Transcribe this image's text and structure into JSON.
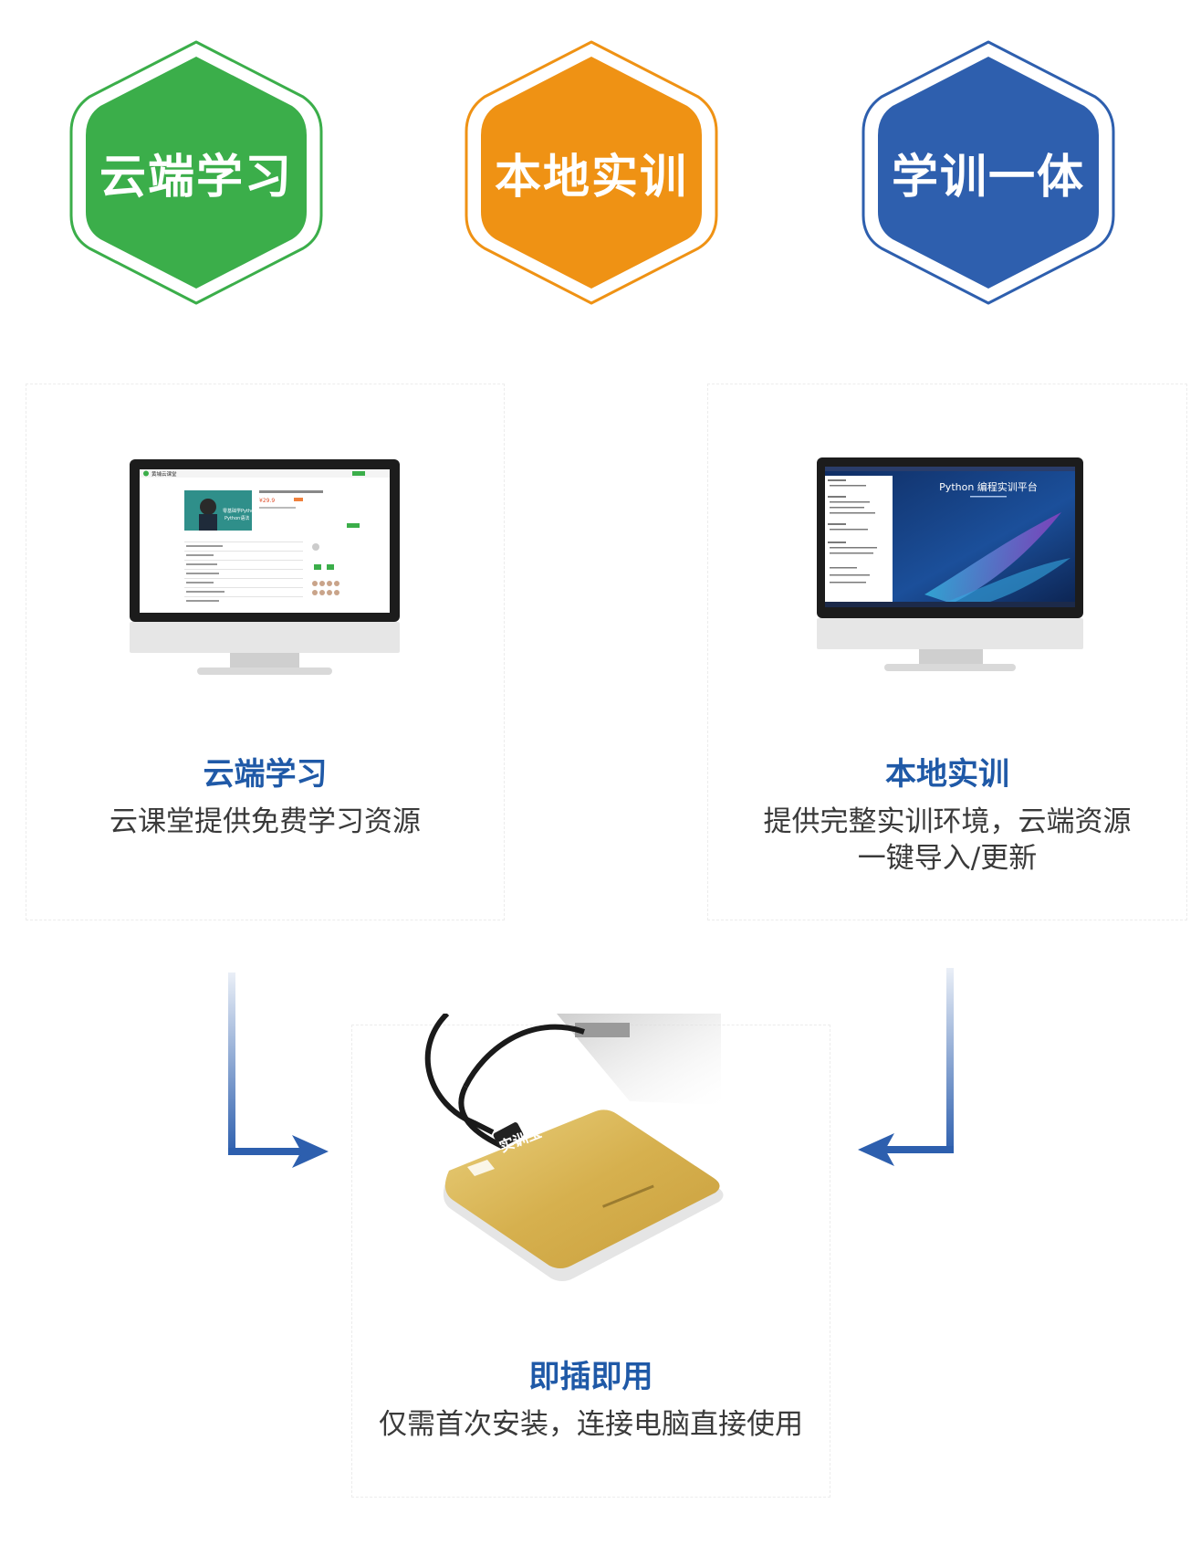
{
  "badges": [
    {
      "label": "云端学习",
      "color": "#3bae4a"
    },
    {
      "label": "本地实训",
      "color": "#ef9214"
    },
    {
      "label": "学训一体",
      "color": "#2e5fae"
    }
  ],
  "features": {
    "cloud": {
      "title": "云端学习",
      "desc": "云课堂提供免费学习资源"
    },
    "local": {
      "title": "本地实训",
      "desc_line1": "提供完整实训环境，云端资源",
      "desc_line2": "一键导入/更新"
    },
    "plug": {
      "title": "即插即用",
      "desc": "仅需首次安装，连接电脑直接使用"
    }
  },
  "screens": {
    "cloud": {
      "logo": "黄埔云课堂",
      "course_line1": "零基础学Python",
      "course_line2": "Python语法",
      "price": "¥29.9"
    },
    "local": {
      "title": "Python 编程实训平台"
    }
  },
  "device": {
    "brand": "实训宝"
  },
  "colors": {
    "title_blue": "#1f59a7",
    "arrow_blue": "#2d5fae",
    "gold": "#d8b552"
  }
}
